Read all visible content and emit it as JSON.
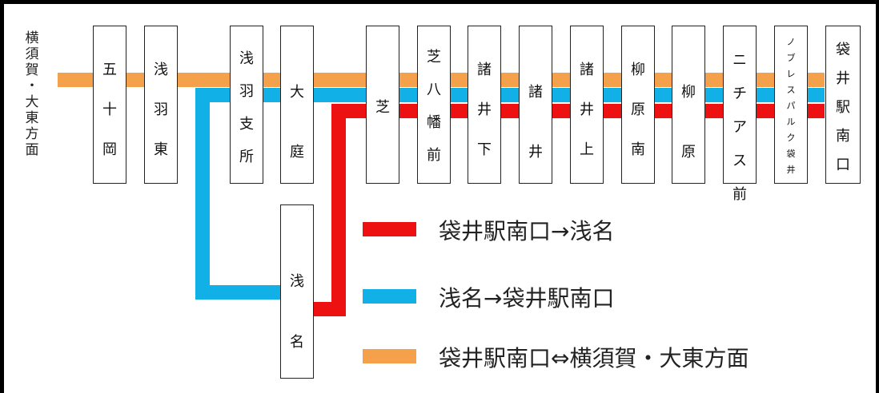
{
  "destination_label": "横須賀・大東方面",
  "colors": {
    "red": "#ee1111",
    "blue": "#11b0e6",
    "orange": "#f5a04a"
  },
  "stations": [
    {
      "id": "gojuoka",
      "name": "五十岡"
    },
    {
      "id": "asaba-higashi",
      "name": "浅羽東"
    },
    {
      "id": "asaba-shisho",
      "name": "浅羽支所"
    },
    {
      "id": "oniwa",
      "name": "大庭"
    },
    {
      "id": "asana",
      "name": "浅名"
    },
    {
      "id": "shiba",
      "name": "芝"
    },
    {
      "id": "shiba-hachiman-mae",
      "name": "芝八幡前"
    },
    {
      "id": "moroi-shimo",
      "name": "諸井下"
    },
    {
      "id": "moroi",
      "name": "諸井"
    },
    {
      "id": "moroi-kami",
      "name": "諸井上"
    },
    {
      "id": "yanagihara-minami",
      "name": "柳原南"
    },
    {
      "id": "yanagihara",
      "name": "柳原"
    },
    {
      "id": "niteas-mae",
      "name": "ニチアス前"
    },
    {
      "id": "novreceparc",
      "name": "ノブレスパルク袋井"
    },
    {
      "id": "fukuroi-station-south",
      "name": "袋井駅南口"
    }
  ],
  "legend": [
    {
      "color_key": "red",
      "label": "袋井駅南口→浅名"
    },
    {
      "color_key": "blue",
      "label": "浅名→袋井駅南口"
    },
    {
      "color_key": "orange",
      "label": "袋井駅南口⇔横須賀・大東方面"
    }
  ]
}
